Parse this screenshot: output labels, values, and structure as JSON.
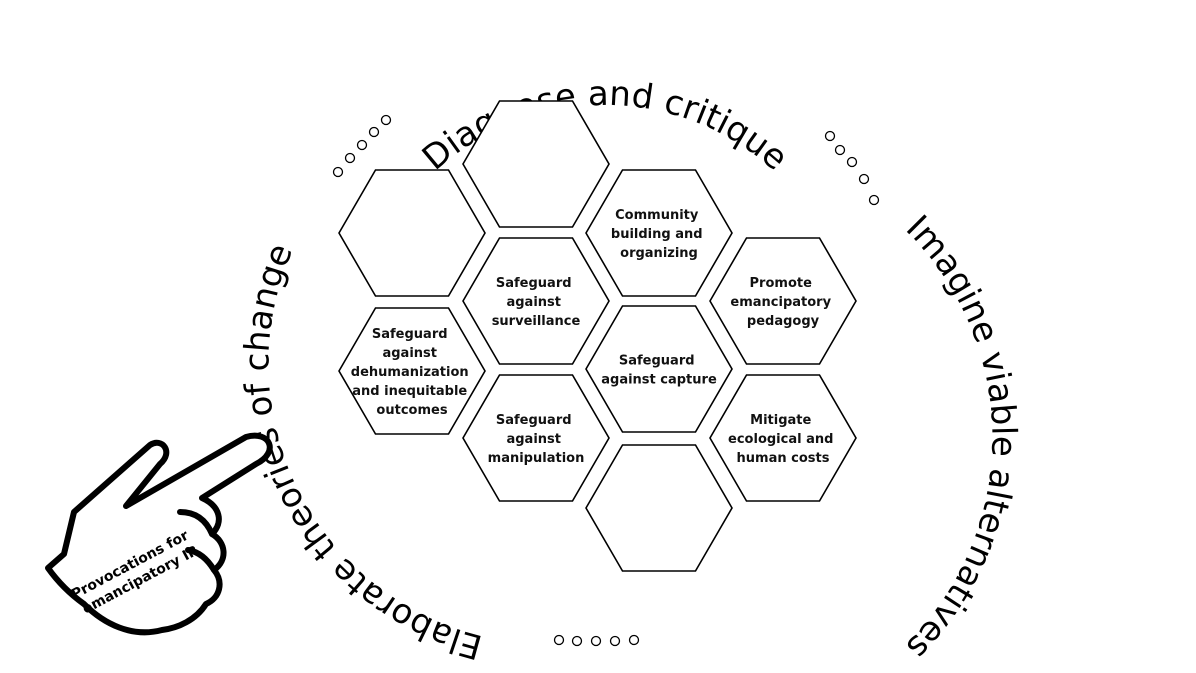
{
  "arcs": {
    "top": "Diagnose and critique",
    "right": "Imagine viable alternatives",
    "bottom_left": "Elaborate theories of change"
  },
  "hexagons": [
    {
      "lines": []
    },
    {
      "lines": []
    },
    {
      "lines": [
        "Community",
        "building and",
        "organizing"
      ]
    },
    {
      "lines": [
        "Safeguard",
        "against",
        "surveillance"
      ]
    },
    {
      "lines": [
        "Promote",
        "emancipatory",
        "pedagogy"
      ]
    },
    {
      "lines": [
        "Safeguard",
        "against",
        "dehumanization",
        "and inequitable",
        "outcomes"
      ]
    },
    {
      "lines": [
        "Safeguard",
        "against capture"
      ]
    },
    {
      "lines": [
        "Safeguard",
        "against",
        "manipulation"
      ]
    },
    {
      "lines": [
        "Mitigate",
        "ecological and",
        "human costs"
      ]
    },
    {
      "lines": []
    }
  ],
  "hand_label": {
    "line1": "Provocations for",
    "line2": "emancipatory IR"
  }
}
